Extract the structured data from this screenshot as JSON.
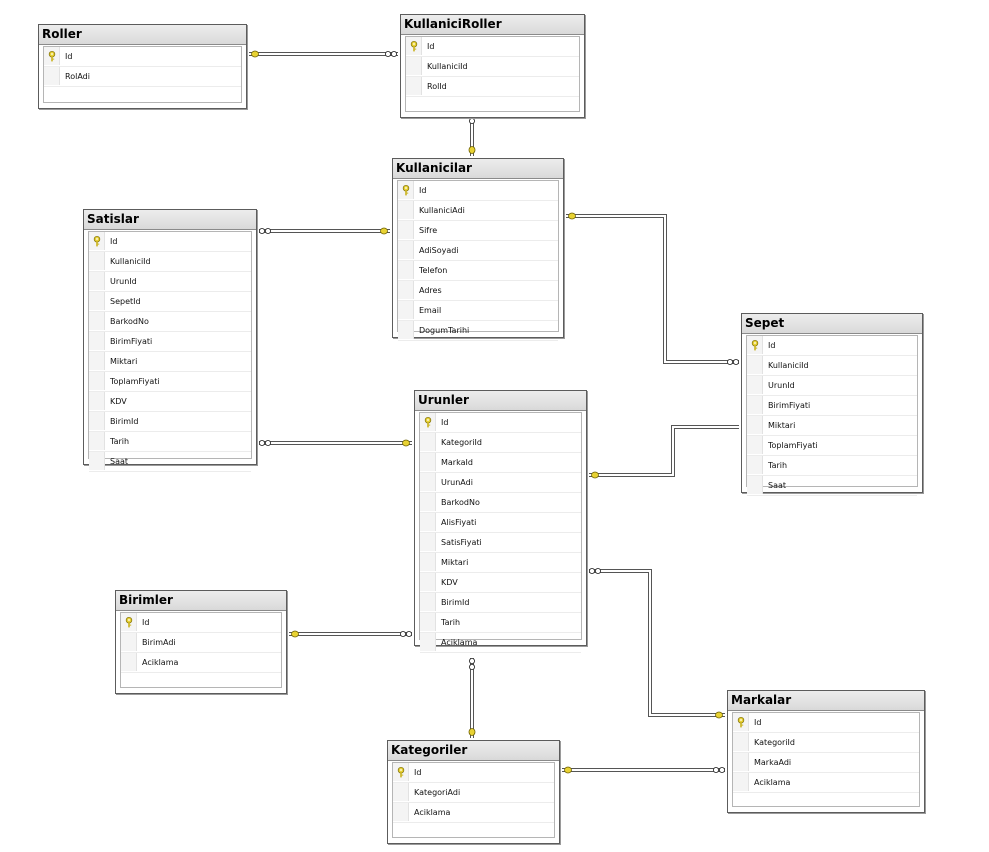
{
  "tables": {
    "roller": {
      "title": "Roller",
      "columns": [
        "Id",
        "RolAdi"
      ]
    },
    "kullaniciroller": {
      "title": "KullaniciRoller",
      "columns": [
        "Id",
        "KullaniciId",
        "RolId"
      ]
    },
    "kullanicilar": {
      "title": "Kullanicilar",
      "columns": [
        "Id",
        "KullaniciAdi",
        "Sifre",
        "AdiSoyadi",
        "Telefon",
        "Adres",
        "Email",
        "DogumTarihi"
      ]
    },
    "satislar": {
      "title": "Satislar",
      "columns": [
        "Id",
        "KullaniciId",
        "UrunId",
        "SepetId",
        "BarkodNo",
        "BirimFiyati",
        "Miktari",
        "ToplamFiyati",
        "KDV",
        "BirimId",
        "Tarih",
        "Saat"
      ]
    },
    "sepet": {
      "title": "Sepet",
      "columns": [
        "Id",
        "KullaniciId",
        "UrunId",
        "BirimFiyati",
        "Miktari",
        "ToplamFiyati",
        "Tarih",
        "Saat"
      ]
    },
    "urunler": {
      "title": "Urunler",
      "columns": [
        "Id",
        "KategoriId",
        "MarkaId",
        "UrunAdi",
        "BarkodNo",
        "AlisFiyati",
        "SatisFiyati",
        "Miktari",
        "KDV",
        "BirimId",
        "Tarih",
        "Aciklama"
      ]
    },
    "birimler": {
      "title": "Birimler",
      "columns": [
        "Id",
        "BirimAdi",
        "Aciklama"
      ]
    },
    "kategoriler": {
      "title": "Kategoriler",
      "columns": [
        "Id",
        "KategoriAdi",
        "Aciklama"
      ]
    },
    "markalar": {
      "title": "Markalar",
      "columns": [
        "Id",
        "KategoriId",
        "MarkaAdi",
        "Aciklama"
      ]
    }
  },
  "relationships": [
    {
      "from": "kullaniciroller",
      "to": "roller"
    },
    {
      "from": "kullaniciroller",
      "to": "kullanicilar"
    },
    {
      "from": "satislar",
      "to": "kullanicilar"
    },
    {
      "from": "sepet",
      "to": "kullanicilar"
    },
    {
      "from": "satislar",
      "to": "urunler"
    },
    {
      "from": "sepet",
      "to": "urunler"
    },
    {
      "from": "urunler",
      "to": "birimler"
    },
    {
      "from": "urunler",
      "to": "kategoriler"
    },
    {
      "from": "urunler",
      "to": "markalar"
    },
    {
      "from": "markalar",
      "to": "kategoriler"
    }
  ],
  "colors": {
    "key_icon": "#e8d233",
    "line": "#555555",
    "title_bar": "#e4e4e4"
  }
}
